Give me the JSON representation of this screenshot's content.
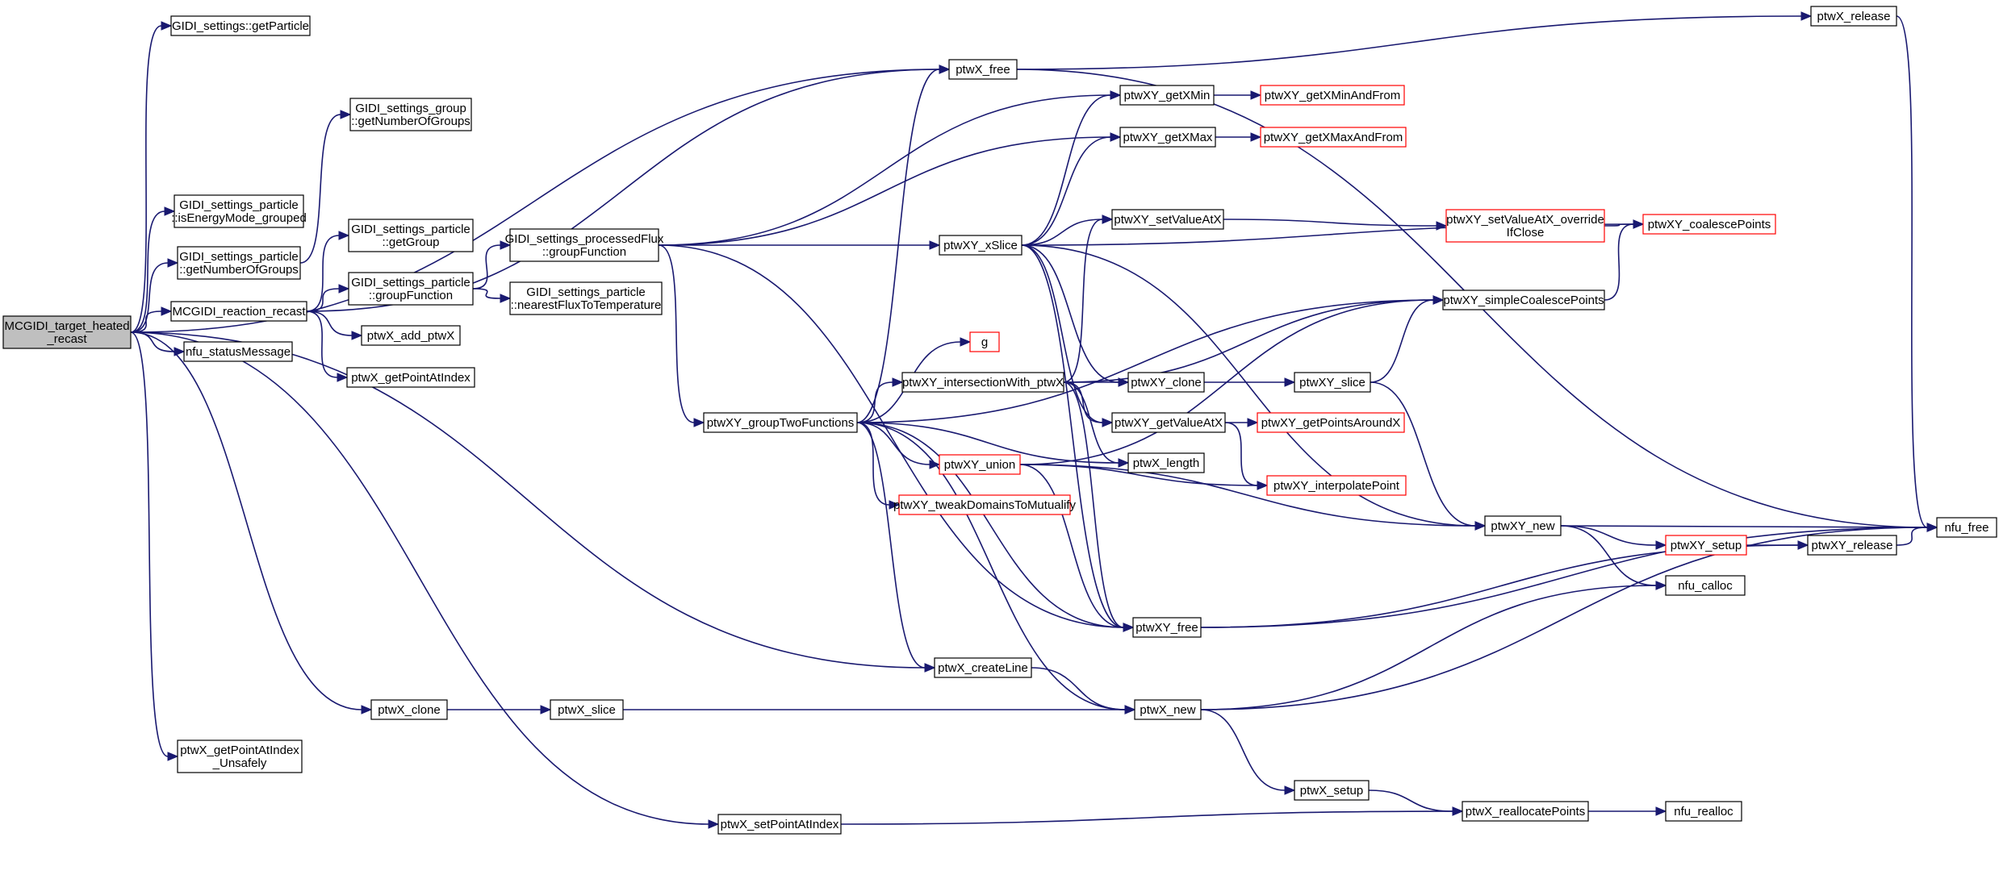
{
  "colors": {
    "edge": "#191970",
    "node_border": "#000000",
    "truncated_border": "#ff0000",
    "root_fill": "#bfbfbf",
    "node_fill": "#ffffff"
  },
  "nodes": {
    "root": {
      "lines": [
        "MCGIDI_target_heated",
        "_recast"
      ],
      "style": "root"
    },
    "getParticle": {
      "lines": [
        "GIDI_settings::getParticle"
      ]
    },
    "getNumberOfGroupsG": {
      "lines": [
        "GIDI_settings_group",
        "::getNumberOfGroups"
      ]
    },
    "isEnergyMode": {
      "lines": [
        "GIDI_settings_particle",
        "::isEnergyMode_grouped"
      ]
    },
    "getNumberOfGroupsP": {
      "lines": [
        "GIDI_settings_particle",
        "::getNumberOfGroups"
      ]
    },
    "reactionRecast": {
      "lines": [
        "MCGIDI_reaction_recast"
      ]
    },
    "statusMessage": {
      "lines": [
        "nfu_statusMessage"
      ]
    },
    "getGroup": {
      "lines": [
        "GIDI_settings_particle",
        "::getGroup"
      ]
    },
    "groupFunctionP": {
      "lines": [
        "GIDI_settings_particle",
        "::groupFunction"
      ]
    },
    "addPtwX": {
      "lines": [
        "ptwX_add_ptwX"
      ]
    },
    "getPointAtIndex": {
      "lines": [
        "ptwX_getPointAtIndex"
      ]
    },
    "processedFlux": {
      "lines": [
        "GIDI_settings_processedFlux",
        "::groupFunction"
      ]
    },
    "nearestFlux": {
      "lines": [
        "GIDI_settings_particle",
        "::nearestFluxToTemperature"
      ]
    },
    "ptwXFree": {
      "lines": [
        "ptwX_free"
      ]
    },
    "ptwXRelease": {
      "lines": [
        "ptwX_release"
      ]
    },
    "getXMin": {
      "lines": [
        "ptwXY_getXMin"
      ]
    },
    "getXMinAndFrom": {
      "lines": [
        "ptwXY_getXMinAndFrom"
      ],
      "style": "truncated"
    },
    "getXMax": {
      "lines": [
        "ptwXY_getXMax"
      ]
    },
    "getXMaxAndFrom": {
      "lines": [
        "ptwXY_getXMaxAndFrom"
      ],
      "style": "truncated"
    },
    "setValueAtX": {
      "lines": [
        "ptwXY_setValueAtX"
      ]
    },
    "setValueAtXOverride": {
      "lines": [
        "ptwXY_setValueAtX_override",
        "IfClose"
      ],
      "style": "truncated"
    },
    "coalescePoints": {
      "lines": [
        "ptwXY_coalescePoints"
      ],
      "style": "truncated"
    },
    "xSlice": {
      "lines": [
        "ptwXY_xSlice"
      ]
    },
    "simpleCoalesce": {
      "lines": [
        "ptwXY_simpleCoalescePoints"
      ]
    },
    "g": {
      "lines": [
        "g"
      ],
      "style": "truncated"
    },
    "intersection": {
      "lines": [
        "ptwXY_intersectionWith_ptwX"
      ]
    },
    "xyClone": {
      "lines": [
        "ptwXY_clone"
      ]
    },
    "xySlice": {
      "lines": [
        "ptwXY_slice"
      ]
    },
    "groupTwo": {
      "lines": [
        "ptwXY_groupTwoFunctions"
      ]
    },
    "getValueAtX": {
      "lines": [
        "ptwXY_getValueAtX"
      ]
    },
    "getPointsAroundX": {
      "lines": [
        "ptwXY_getPointsAroundX"
      ],
      "style": "truncated"
    },
    "ptwXLength": {
      "lines": [
        "ptwX_length"
      ]
    },
    "xyUnion": {
      "lines": [
        "ptwXY_union"
      ],
      "style": "truncated"
    },
    "interpolatePoint": {
      "lines": [
        "ptwXY_interpolatePoint"
      ],
      "style": "truncated"
    },
    "tweakDomains": {
      "lines": [
        "ptwXY_tweakDomainsToMutualify"
      ],
      "style": "truncated"
    },
    "xyNew": {
      "lines": [
        "ptwXY_new"
      ]
    },
    "nfuFree": {
      "lines": [
        "nfu_free"
      ]
    },
    "xySetup": {
      "lines": [
        "ptwXY_setup"
      ],
      "style": "truncated"
    },
    "xyRelease": {
      "lines": [
        "ptwXY_release"
      ]
    },
    "nfuCalloc": {
      "lines": [
        "nfu_calloc"
      ]
    },
    "xyFree": {
      "lines": [
        "ptwXY_free"
      ]
    },
    "createLine": {
      "lines": [
        "ptwX_createLine"
      ]
    },
    "ptwXClone": {
      "lines": [
        "ptwX_clone"
      ]
    },
    "ptwXSlice": {
      "lines": [
        "ptwX_slice"
      ]
    },
    "ptwXNew": {
      "lines": [
        "ptwX_new"
      ]
    },
    "getPointUnsafely": {
      "lines": [
        "ptwX_getPointAtIndex",
        "_Unsafely"
      ]
    },
    "ptwXSetup": {
      "lines": [
        "ptwX_setup"
      ]
    },
    "reallocate": {
      "lines": [
        "ptwX_reallocatePoints"
      ]
    },
    "nfuRealloc": {
      "lines": [
        "nfu_realloc"
      ]
    },
    "setPointAtIndex": {
      "lines": [
        "ptwX_setPointAtIndex"
      ]
    }
  },
  "edges": [
    [
      "root",
      "getParticle"
    ],
    [
      "root",
      "ptwXFree"
    ],
    [
      "root",
      "isEnergyMode"
    ],
    [
      "root",
      "getNumberOfGroupsP"
    ],
    [
      "root",
      "reactionRecast"
    ],
    [
      "root",
      "statusMessage"
    ],
    [
      "root",
      "createLine"
    ],
    [
      "root",
      "ptwXClone"
    ],
    [
      "root",
      "getPointUnsafely"
    ],
    [
      "root",
      "setPointAtIndex"
    ],
    [
      "getNumberOfGroupsP",
      "getNumberOfGroupsG"
    ],
    [
      "reactionRecast",
      "ptwXFree"
    ],
    [
      "reactionRecast",
      "getGroup"
    ],
    [
      "reactionRecast",
      "groupFunctionP"
    ],
    [
      "reactionRecast",
      "addPtwX"
    ],
    [
      "reactionRecast",
      "getPointAtIndex"
    ],
    [
      "groupFunctionP",
      "processedFlux"
    ],
    [
      "groupFunctionP",
      "nearestFlux"
    ],
    [
      "processedFlux",
      "getXMin"
    ],
    [
      "processedFlux",
      "getXMax"
    ],
    [
      "processedFlux",
      "xSlice"
    ],
    [
      "processedFlux",
      "groupTwo"
    ],
    [
      "processedFlux",
      "xyFree"
    ],
    [
      "ptwXFree",
      "ptwXRelease"
    ],
    [
      "ptwXFree",
      "nfuFree"
    ],
    [
      "ptwXRelease",
      "nfuFree"
    ],
    [
      "getXMin",
      "getXMinAndFrom"
    ],
    [
      "getXMax",
      "getXMaxAndFrom"
    ],
    [
      "setValueAtX",
      "setValueAtXOverride"
    ],
    [
      "setValueAtXOverride",
      "coalescePoints"
    ],
    [
      "xSlice",
      "getXMin"
    ],
    [
      "xSlice",
      "getXMax"
    ],
    [
      "xSlice",
      "setValueAtX"
    ],
    [
      "xSlice",
      "coalescePoints"
    ],
    [
      "xSlice",
      "xyNew"
    ],
    [
      "xSlice",
      "xyClone"
    ],
    [
      "xSlice",
      "getValueAtX"
    ],
    [
      "xSlice",
      "xyFree"
    ],
    [
      "simpleCoalesce",
      "coalescePoints"
    ],
    [
      "groupTwo",
      "ptwXFree"
    ],
    [
      "groupTwo",
      "simpleCoalesce"
    ],
    [
      "groupTwo",
      "g"
    ],
    [
      "groupTwo",
      "intersection"
    ],
    [
      "groupTwo",
      "ptwXLength"
    ],
    [
      "groupTwo",
      "xyUnion"
    ],
    [
      "groupTwo",
      "tweakDomains"
    ],
    [
      "groupTwo",
      "xyFree"
    ],
    [
      "groupTwo",
      "createLine"
    ],
    [
      "groupTwo",
      "ptwXNew"
    ],
    [
      "intersection",
      "setValueAtX"
    ],
    [
      "intersection",
      "simpleCoalesce"
    ],
    [
      "intersection",
      "xyClone"
    ],
    [
      "intersection",
      "getValueAtX"
    ],
    [
      "intersection",
      "ptwXLength"
    ],
    [
      "intersection",
      "xyFree"
    ],
    [
      "xyClone",
      "xySlice"
    ],
    [
      "xySlice",
      "simpleCoalesce"
    ],
    [
      "xySlice",
      "xyNew"
    ],
    [
      "getValueAtX",
      "getPointsAroundX"
    ],
    [
      "getValueAtX",
      "interpolatePoint"
    ],
    [
      "xyUnion",
      "interpolatePoint"
    ],
    [
      "xyUnion",
      "simpleCoalesce"
    ],
    [
      "xyUnion",
      "xyNew"
    ],
    [
      "xyUnion",
      "xyFree"
    ],
    [
      "xyNew",
      "nfuFree"
    ],
    [
      "xyNew",
      "xySetup"
    ],
    [
      "xyNew",
      "nfuCalloc"
    ],
    [
      "xySetup",
      "xyRelease"
    ],
    [
      "xyRelease",
      "nfuFree"
    ],
    [
      "xyFree",
      "xyRelease"
    ],
    [
      "xyFree",
      "nfuFree"
    ],
    [
      "createLine",
      "ptwXNew"
    ],
    [
      "ptwXClone",
      "ptwXSlice"
    ],
    [
      "ptwXSlice",
      "ptwXNew"
    ],
    [
      "ptwXNew",
      "nfuCalloc"
    ],
    [
      "ptwXNew",
      "nfuFree"
    ],
    [
      "ptwXNew",
      "ptwXSetup"
    ],
    [
      "ptwXSetup",
      "reallocate"
    ],
    [
      "reallocate",
      "nfuRealloc"
    ],
    [
      "setPointAtIndex",
      "reallocate"
    ]
  ]
}
